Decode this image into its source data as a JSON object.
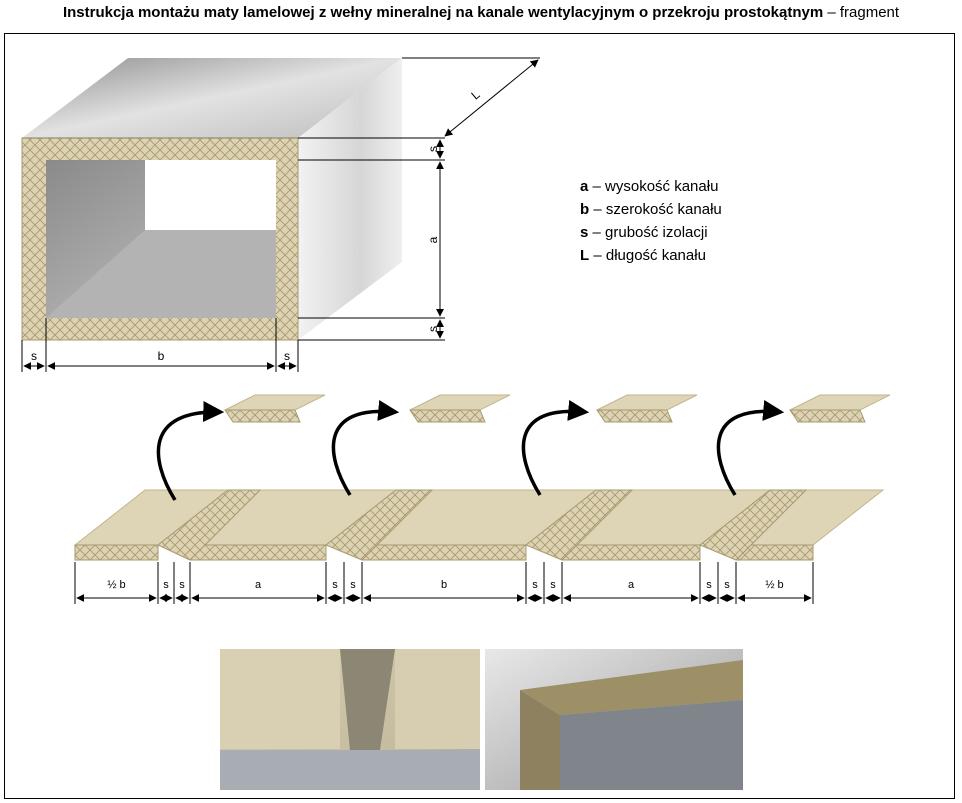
{
  "header": {
    "title_bold": "Instrukcja montażu maty lamelowej z wełny mineralnej na kanale wentylacyjnym o przekroju prostokątnym",
    "title_suffix": " – fragment"
  },
  "legend": [
    {
      "key": "a",
      "text": " – wysokość kanału"
    },
    {
      "key": "b",
      "text": " – szerokość kanału"
    },
    {
      "key": "s",
      "text": " – grubość izolacji"
    },
    {
      "key": "L",
      "text": " – długość kanału"
    }
  ],
  "duct_labels": {
    "length": "L",
    "height": "a",
    "thickness_top": "s",
    "thickness_bottom": "s",
    "thickness_left": "s",
    "thickness_right": "s",
    "width": "b"
  },
  "mat_labels": [
    "½ b",
    "s",
    "s",
    "a",
    "s",
    "s",
    "b",
    "s",
    "s",
    "a",
    "s",
    "s",
    "½ b"
  ],
  "colors": {
    "wool": "#d9cfae",
    "wool_edge": "#b9ab85",
    "metal_light": "#e6e6e6",
    "metal_dark": "#9a9a9a"
  }
}
